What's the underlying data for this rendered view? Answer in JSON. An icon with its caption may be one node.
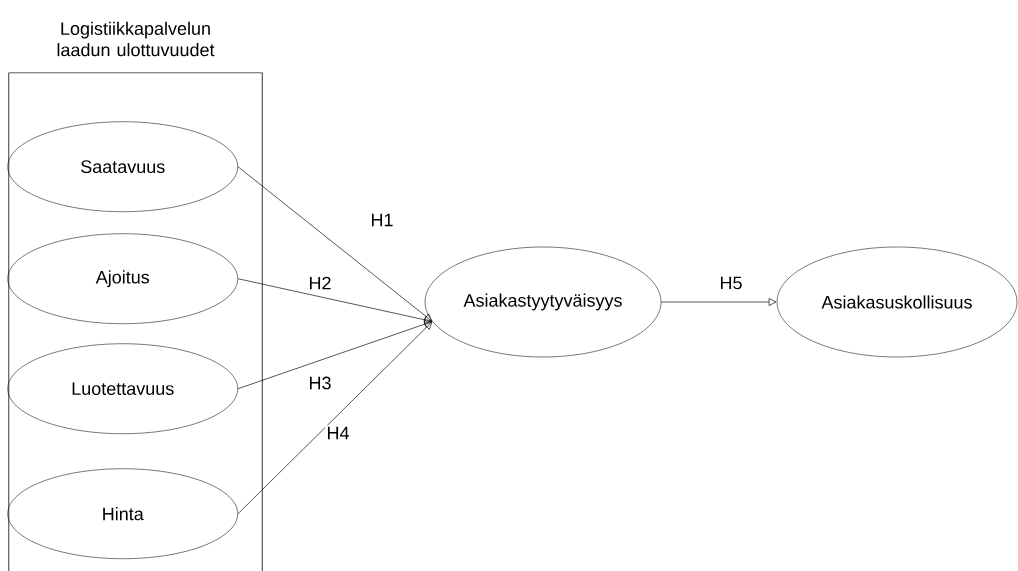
{
  "diagram": {
    "nodes": [
      {
        "text": [
          "Logistiikkapalvelun laadun ulottuvuudet"
        ]
      },
      {
        "text": [
          "Saatavuus"
        ],
        "in": 0
      },
      {
        "text": [
          "Ajoitus"
        ],
        "in": 0
      },
      {
        "text": [
          "Luotettavuus"
        ],
        "in": 0
      },
      {
        "text": [
          "Hinta"
        ],
        "in": 0
      },
      {
        "text": [
          "Asiakastyytyväisyys"
        ]
      },
      {
        "text": [
          "Asiakasuskollisuus"
        ]
      }
    ],
    "edges": [
      {
        "from": 1,
        "to": 5,
        "arrow": "to",
        "label": "H1"
      },
      {
        "from": 2,
        "to": 5,
        "arrow": "to",
        "label": "H2"
      },
      {
        "from": 3,
        "to": 5,
        "arrow": "to",
        "label": "H3"
      },
      {
        "from": 4,
        "to": 5,
        "arrow": "to",
        "label": "H4"
      },
      {
        "from": 5,
        "to": 6,
        "arrow": "to",
        "label": "H5"
      }
    ]
  }
}
